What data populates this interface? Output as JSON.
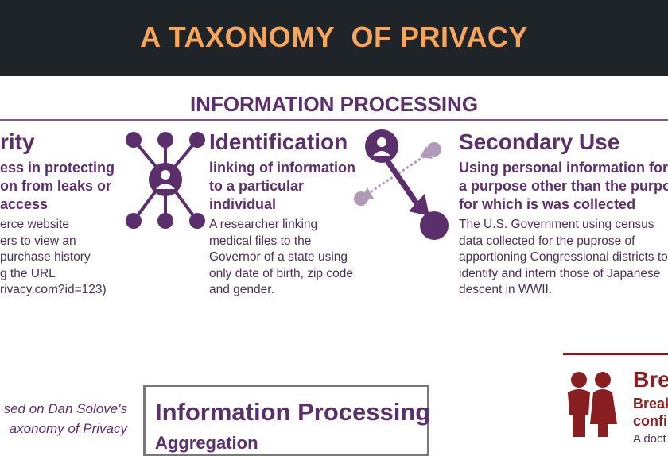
{
  "header": {
    "title": "A TAXONOMY  OF PRIVACY"
  },
  "section": {
    "title": "INFORMATION PROCESSING"
  },
  "colors": {
    "header_bg": "#1f2428",
    "title": "#f6a55c",
    "purple": "#5b2f6b",
    "light_purple": "#b09ab6",
    "red": "#8a1f22"
  },
  "columns": [
    {
      "name": "rity",
      "icon": "partial-offscreen",
      "definition": [
        "ess in protecting",
        "on from leaks or",
        "access"
      ],
      "example": [
        "erce website",
        "ers to view an",
        "purchase history",
        "g the URL",
        "rivacy.com?id=123)"
      ]
    },
    {
      "name": "Identification",
      "icon": "network-person-icon",
      "definition": [
        "linking of information",
        "to a particular",
        "individual"
      ],
      "example": [
        "A researcher linking",
        "medical files to the",
        "Governor of a state using",
        "only date of birth, zip code",
        "and gender."
      ]
    },
    {
      "name": "Secondary Use",
      "icon": "diverted-arrow-icon",
      "definition": [
        "Using personal information for",
        "a purpose other than the purpose",
        "for which is was collected"
      ],
      "example": [
        "The U.S. Government using census",
        "data collected for the puprose of",
        "apportioning Congressional districts to",
        "identify and intern those of Japanese",
        "descent in WWII."
      ]
    }
  ],
  "footer": {
    "credit": [
      "sed on Dan Solove's",
      "axonomy of Privacy"
    ],
    "box_title": "Information Processing",
    "box_subtitle": "Aggregation",
    "breach": {
      "title": "Brea",
      "line1": "Break",
      "line2": "confi",
      "line3": "A doct"
    }
  }
}
